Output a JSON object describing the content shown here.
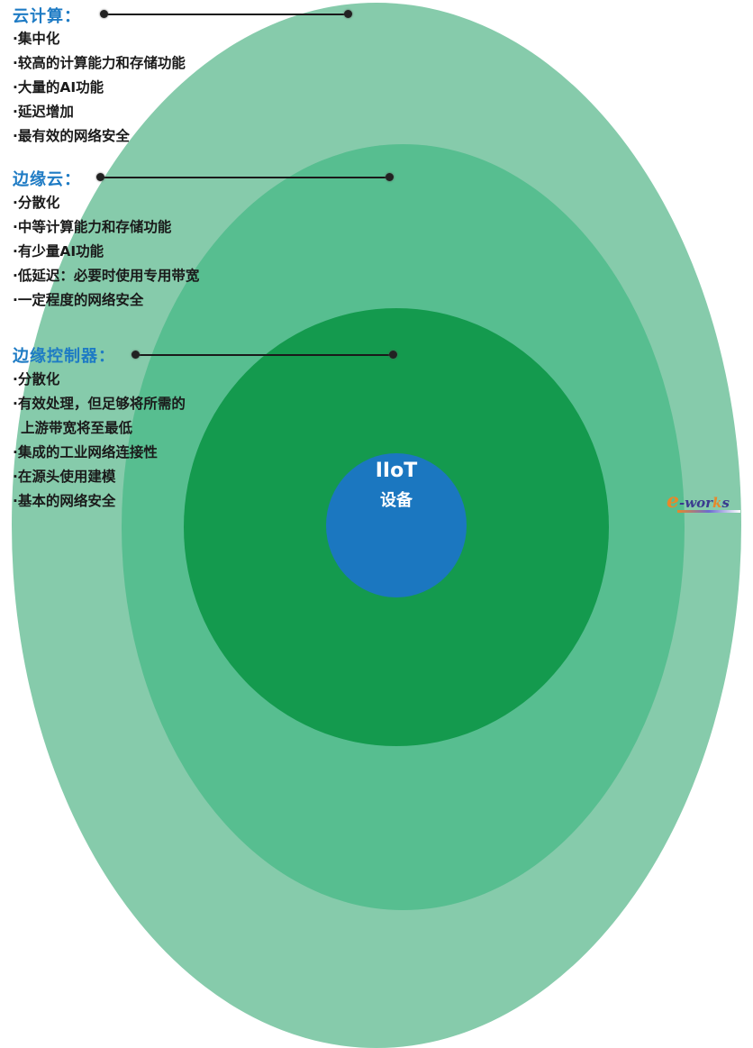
{
  "colors": {
    "cloud_ring": "#86CBAB",
    "edge_cloud_ring": "#57BE90",
    "edge_controller_ring": "#149A4E",
    "iiot_core": "#1B77C0",
    "title_blue": "#1E7BC4",
    "text": "#1a1a1a"
  },
  "sections": [
    {
      "title": "云计算：",
      "bullets": [
        "·集中化",
        "·较高的计算能力和存储功能",
        "·大量的AI功能",
        "·延迟增加",
        "·最有效的网络安全"
      ]
    },
    {
      "title": "边缘云：",
      "bullets": [
        "·分散化",
        "·中等计算能力和存储功能",
        "·有少量AI功能",
        "·低延迟：必要时使用专用带宽",
        "·一定程度的网络安全"
      ]
    },
    {
      "title": "边缘控制器：",
      "bullets": [
        "·分散化",
        "·有效处理，但足够将所需的",
        "上游带宽将至最低",
        "·集成的工业网络连接性",
        "·在源头使用建模",
        "·基本的网络安全"
      ]
    }
  ],
  "core": {
    "line1": "IIoT",
    "line2": "设备"
  },
  "watermark": {
    "e": "e",
    "wor": "-wor",
    "k": "k",
    "s": "s"
  }
}
